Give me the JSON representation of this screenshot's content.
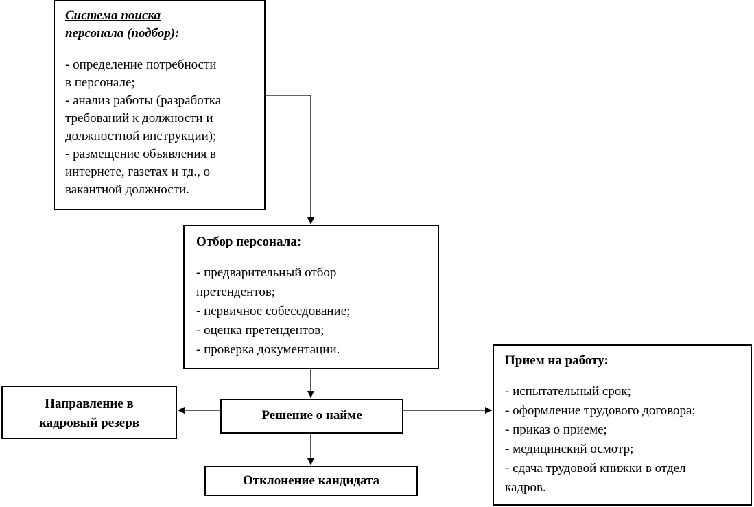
{
  "search_box": {
    "title_lines": [
      "Система поиска",
      "персонала (подбор):"
    ],
    "items": [
      "- определение потребности",
      "в персонале;",
      "- анализ работы (разработка",
      "требований к должности и",
      "должностной инструкции);",
      "- размещение объявления в",
      "интернете, газетах и тд., о",
      "вакантной должности."
    ]
  },
  "selection_box": {
    "title": "Отбор персонала:",
    "items": [
      "- предварительный отбор",
      "претендентов;",
      "- первичное собеседование;",
      "- оценка претендентов;",
      "- проверка документации."
    ]
  },
  "decision_box": {
    "label": "Решение о найме"
  },
  "reserve_box": {
    "lines": [
      "Направление в",
      "кадровый резерв"
    ]
  },
  "reject_box": {
    "label": "Отклонение кандидата"
  },
  "hiring_box": {
    "title": "Прием на работу:",
    "items": [
      "- испытательный срок;",
      "- оформление трудового договора;",
      "- приказ о приеме;",
      "- медицинский осмотр;",
      "- сдача трудовой книжки в отдел",
      "кадров."
    ]
  },
  "connectors": [
    {
      "from": "search_box",
      "to": "selection_box"
    },
    {
      "from": "selection_box",
      "to": "decision_box"
    },
    {
      "from": "decision_box",
      "to": "reserve_box"
    },
    {
      "from": "decision_box",
      "to": "hiring_box"
    },
    {
      "from": "decision_box",
      "to": "reject_box"
    }
  ]
}
